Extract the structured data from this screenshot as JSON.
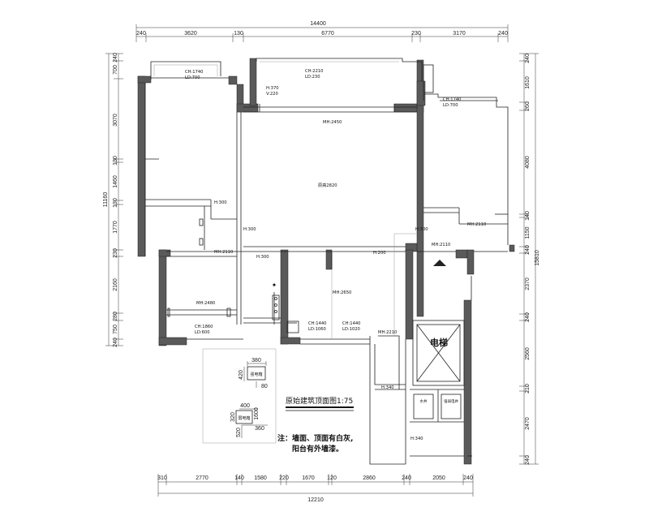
{
  "dimensions": {
    "top_total": "14400",
    "top": [
      "240",
      "3620",
      "130",
      "6770",
      "230",
      "3170",
      "240"
    ],
    "bottom_total": "12210",
    "bottom": [
      "310",
      "2770",
      "140",
      "1580",
      "220",
      "1670",
      "120",
      "2860",
      "240",
      "2050",
      "240"
    ],
    "left_total": "11160",
    "left": [
      "240",
      "700",
      "3070",
      "130",
      "1460",
      "130",
      "1770",
      "230",
      "2160",
      "280",
      "750",
      "240"
    ],
    "right_total": "15810",
    "right": [
      "240",
      "1610",
      "260",
      "4080",
      "140",
      "1150",
      "240",
      "2370",
      "240",
      "2560",
      "210",
      "2470",
      "240"
    ]
  },
  "labels": {
    "ch_1740_a": "CH:1740",
    "ld_700_a": "LD:700",
    "ch_2210": "CH:2210",
    "ld_230": "LD:230",
    "h_370": "H:370",
    "v_220": "V:220",
    "ch_1740_b": "CH:1740",
    "ld_700_b": "LD:700",
    "mh_2450": "MH:2450",
    "ceiling_height": "原高2820",
    "h_300_a": "H:300",
    "h_300_b": "H:300",
    "h_300_c": "H:300",
    "h_300_d": "H:300",
    "mh_2110_a": "MH:2110",
    "mh_2110_b": "MH:2110",
    "mh_2110_c": "MH:2110",
    "h_200": "H:200",
    "mh_2650": "MH:2650",
    "mh_2480": "MH:2480",
    "ch_1860": "CH:1860",
    "ld_600": "LD:600",
    "ch_1440_a": "CH:1440",
    "ld_1060": "LD:1060",
    "ch_1440_b": "CH:1440",
    "ld_1020": "LD:1020",
    "mh_2210": "MH:2210",
    "h_340_a": "H:340",
    "h_340_b": "H:340",
    "elevator": "电梯",
    "water_well": "水井",
    "elec_well": "强弱电井"
  },
  "legend": {
    "dim_380": "380",
    "dim_420": "420",
    "dim_80": "80",
    "box_a": "强电箱",
    "dim_400": "400",
    "dim_1600": "1600",
    "dim_320": "320",
    "box_b": "弱电箱",
    "dim_520": "520",
    "dim_360": "360"
  },
  "title": "原始建筑顶面图1:75",
  "note_line1": "注：墙面、顶面有白灰,",
  "note_line2": "阳台有外墙漆。"
}
